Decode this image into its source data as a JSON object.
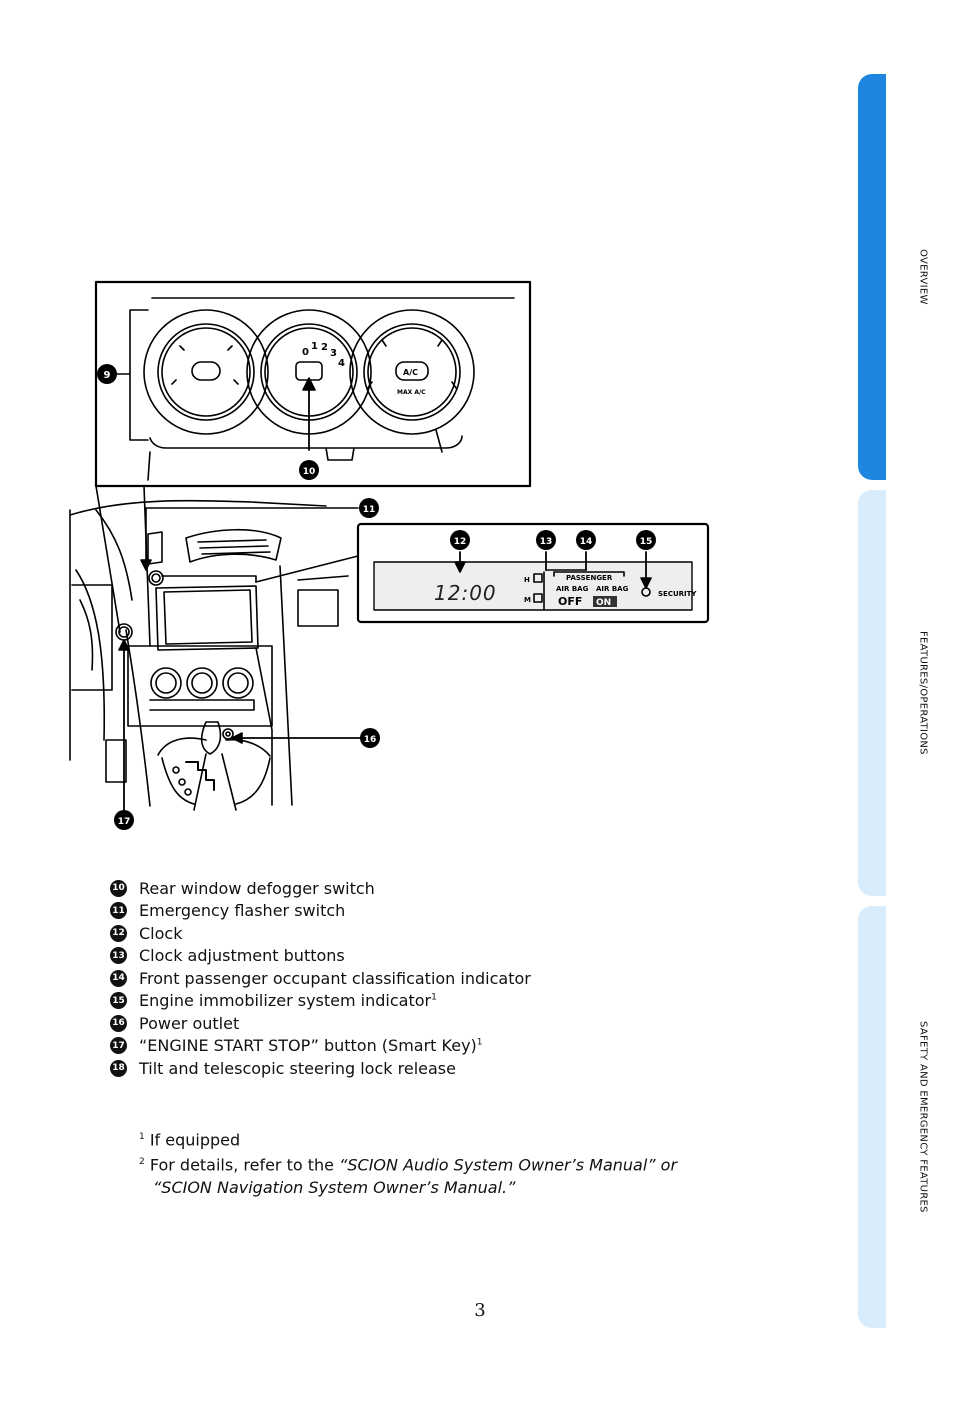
{
  "tabs": [
    {
      "label": "OVERVIEW",
      "active": true
    },
    {
      "label": "FEATURES/OPERATIONS",
      "active": false
    },
    {
      "label": "SAFETY AND EMERGENCY FEATURES",
      "active": false
    }
  ],
  "illustration": {
    "callouts": [
      "9",
      "10",
      "11",
      "12",
      "13",
      "14",
      "15",
      "16",
      "17"
    ],
    "clock_display": "12:00",
    "display": {
      "h_label": "H",
      "m_label": "M",
      "passenger": "PASSENGER",
      "airbag1": "AIR BAG",
      "airbag2": "AIR BAG",
      "off": "OFF",
      "on": "ON",
      "security": "SECURITY"
    },
    "fan_digits": [
      "0",
      "1",
      "2",
      "3",
      "4"
    ],
    "ac_label": "A/C",
    "maxac_label": "MAX A/C",
    "colors": {
      "accent": "#1f86e0",
      "light_tab": "#d9ecfb"
    }
  },
  "legend": [
    {
      "num": "10",
      "text": "Rear window defogger switch",
      "sup": ""
    },
    {
      "num": "11",
      "text": "Emergency flasher switch",
      "sup": ""
    },
    {
      "num": "12",
      "text": "Clock",
      "sup": ""
    },
    {
      "num": "13",
      "text": "Clock adjustment buttons",
      "sup": ""
    },
    {
      "num": "14",
      "text": "Front passenger occupant classification indicator",
      "sup": ""
    },
    {
      "num": "15",
      "text": "Engine immobilizer system indicator",
      "sup": "1"
    },
    {
      "num": "16",
      "text": "Power outlet",
      "sup": ""
    },
    {
      "num": "17",
      "text": "“ENGINE START STOP” button (Smart Key)",
      "sup": "1"
    },
    {
      "num": "18",
      "text": "Tilt and telescopic steering lock release",
      "sup": ""
    }
  ],
  "footnotes": {
    "fn1_mark": "1",
    "fn1_text": " If equipped",
    "fn2_mark": "2",
    "fn2_text": " For details, refer to the ",
    "fn2_italic1": "“SCION Audio System Owner’s Manual” or",
    "fn2_italic2": "“SCION Navigation System Owner’s Manual.”"
  },
  "page_number": "3"
}
